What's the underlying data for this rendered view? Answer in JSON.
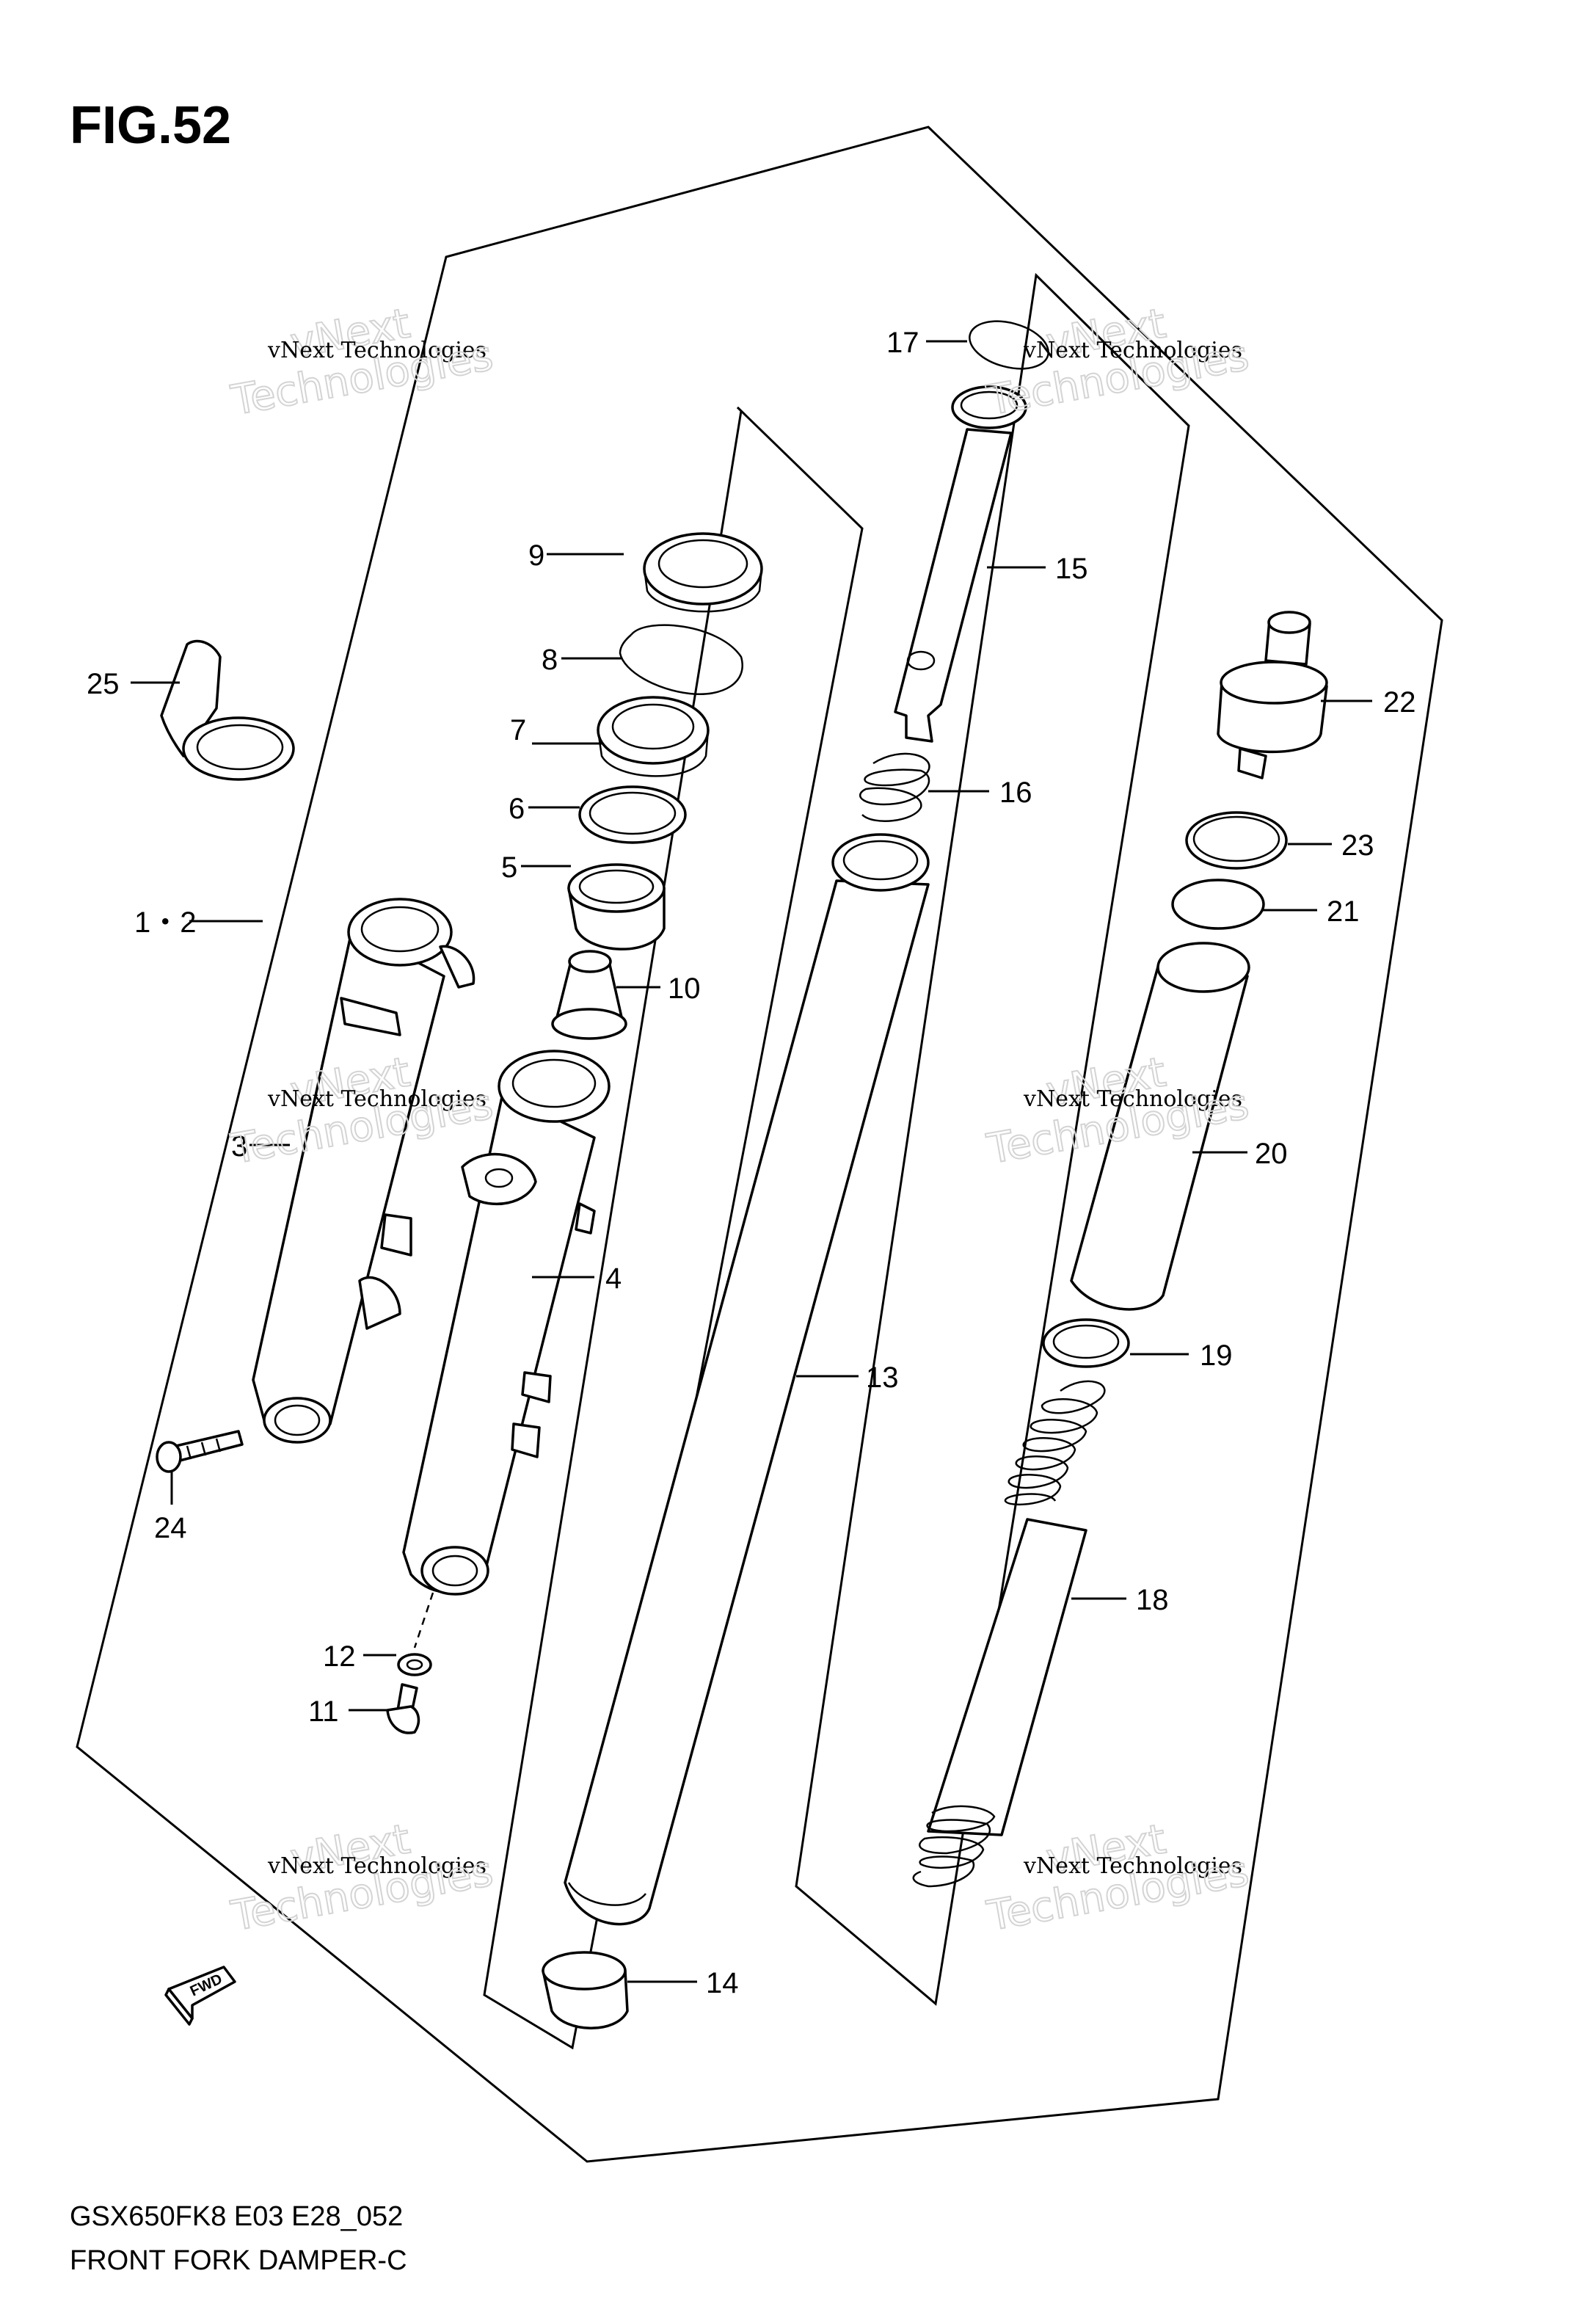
{
  "figure_label": "FIG.52",
  "model_code": "GSX650FK8 E03 E28_052",
  "diagram_title": "FRONT FORK DAMPER-C",
  "fwd_label": "FWD",
  "watermarks": [
    {
      "line1": "vNext",
      "line2": "vNext Technologies",
      "line3": "Technologies"
    },
    {
      "line1": "vNext",
      "line2": "vNext Technologies",
      "line3": "Technologies"
    },
    {
      "line1": "vNext",
      "line2": "vNext Technologies",
      "line3": "Technologies"
    },
    {
      "line1": "vNext",
      "line2": "vNext Technologies",
      "line3": "Technologies"
    },
    {
      "line1": "vNext",
      "line2": "vNext Technologies",
      "line3": "Technologies"
    },
    {
      "line1": "vNext",
      "line2": "vNext Technologies",
      "line3": "Technologies"
    }
  ],
  "callouts": [
    "1・2",
    "3",
    "4",
    "5",
    "6",
    "7",
    "8",
    "9",
    "10",
    "11",
    "12",
    "13",
    "14",
    "15",
    "16",
    "17",
    "18",
    "19",
    "20",
    "21",
    "22",
    "23",
    "24",
    "25"
  ]
}
